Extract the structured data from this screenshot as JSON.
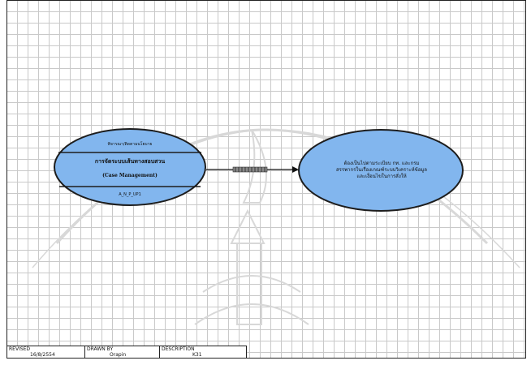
{
  "left_node": {
    "top_label": "พิจารณา/ติดตามนโยบาย",
    "title": "การจัดระบบเส้นทางสอบสวน",
    "subtitle": "(Case Management)",
    "code": "A_N_P_UP1"
  },
  "right_node": {
    "lines": [
      "ต้องเป็นไปตามระเบียบ กท. และกรม",
      "สรรพากรในเรื่องเกณฑ์ระบบวิเคราะห์ข้อมูล",
      "และเงื่อนไขในการสั่งให้"
    ]
  },
  "title_block": {
    "revised_label": "REVISED",
    "revised_value": "16/8/2554",
    "drawn_by_label": "DRAWN BY",
    "drawn_by_value": "Orapin",
    "description_label": "DESCRIPTION",
    "description_value": "K31"
  },
  "colors": {
    "node_fill": "#82b6ee",
    "node_stroke": "#1d1d1d",
    "grid": "#c9c9c9"
  }
}
